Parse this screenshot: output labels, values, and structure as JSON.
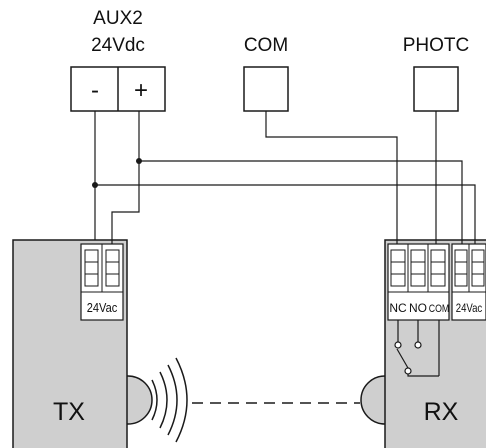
{
  "aux2": {
    "name": "AUX2",
    "voltage": "24Vdc",
    "minus": "-",
    "plus": "+"
  },
  "com": {
    "label": "COM"
  },
  "photc": {
    "label": "PHOTC"
  },
  "tx": {
    "label": "TX",
    "terminal_label": "24Vac"
  },
  "rx": {
    "label": "RX",
    "contact_labels": {
      "nc": "NC",
      "no": "NO",
      "com": "COM"
    },
    "terminal_label": "24Vac"
  },
  "colors": {
    "device_fill": "#cfcfcf",
    "line": "#1a1a1a"
  }
}
